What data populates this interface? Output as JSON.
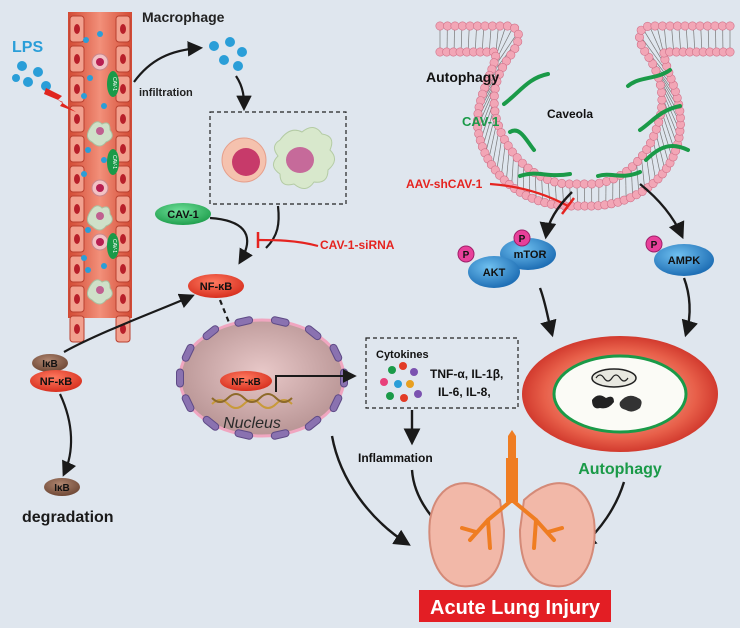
{
  "labels": {
    "lps": "LPS",
    "macrophage": "Macrophage",
    "infiltration": "infiltration",
    "cav1_vessel": "CAV-1",
    "cav1_left": "CAV-1",
    "cav1_sirna": "CAV-1-siRNA",
    "nfkb_top": "NF-κB",
    "ikb_complex": "IκB",
    "nfkb_complex": "NF-κB",
    "ikb_degraded": "IκB",
    "degradation": "degradation",
    "nfkb_nucleus": "NF-κB",
    "nucleus": "Nucleus",
    "cytokines": "Cytokines",
    "cytokine_line1": "TNF-α, IL-1β,",
    "cytokine_line2": "IL-6, IL-8,",
    "inflammation": "Inflammation",
    "autophagy_title": "Autophagy",
    "cav1_right": "CAV-1",
    "caveola": "Caveola",
    "aav_shcav1": "AAV-shCAV-1",
    "p": "P",
    "akt": "AKT",
    "mtor": "mTOR",
    "ampk": "AMPK",
    "autophagy_cell": "Autophagy",
    "acute_lung_injury": "Acute Lung Injury"
  },
  "colors": {
    "background": "#dfe6ee",
    "inhibitor_red": "#e52420",
    "activation_arrow": "#1a1a1a",
    "cav1_green": "#1a9a48",
    "lps_blue": "#2a9ed8",
    "nfkb_red": "#e23b26",
    "nucleus_purple": "#8a72b0",
    "lipid_pink": "#f2a6b6",
    "lung_orange": "#ef7d22",
    "protein_blue": "#2f86c8",
    "ikb_brown": "#7a5440",
    "banner_red": "#e31e24"
  },
  "icons": [
    "lightning-bolt-icon",
    "macrophage-cell-icon",
    "mitochondrion-icon",
    "lung-icon",
    "dna-helix-icon"
  ]
}
